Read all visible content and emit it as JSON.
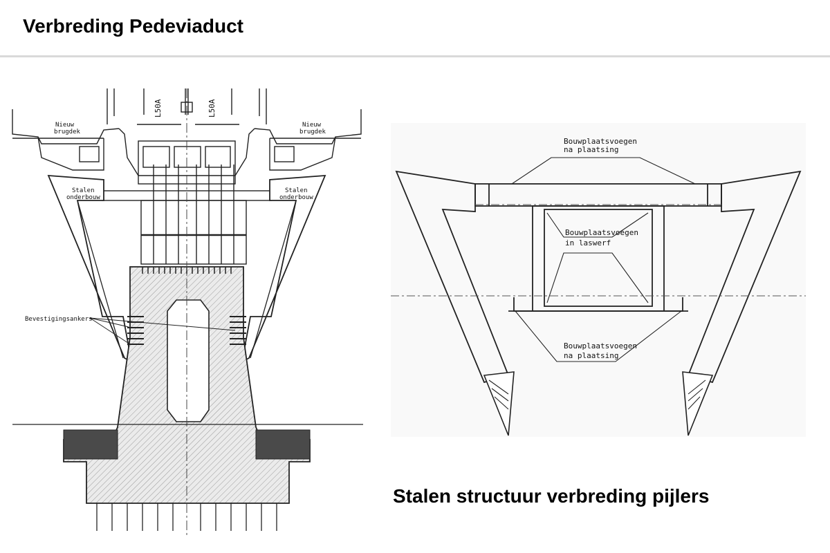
{
  "slide": {
    "title": "Verbreding Pedeviaduct",
    "caption": "Stalen structuur verbreding pijlers"
  },
  "left_drawing": {
    "deck_label_left_line1": "Nieuw",
    "deck_label_left_line2": "brugdek",
    "deck_label_right_line1": "Nieuw",
    "deck_label_right_line2": "brugdek",
    "steel_label_left_line1": "Stalen",
    "steel_label_left_line2": "onderbouw",
    "steel_label_right_line1": "Stalen",
    "steel_label_right_line2": "onderbouw",
    "anchors_label": "Bevestigingsankers",
    "profile_label_1": "L50A",
    "profile_label_2": "L50A"
  },
  "right_drawing": {
    "joint_top_line1": "Bouwplaatsvoegen",
    "joint_top_line2": "na plaatsing",
    "joint_mid_line1": "Bouwplaatsvoegen",
    "joint_mid_line2": "in laswerf",
    "joint_bottom_line1": "Bouwplaatsvoegen",
    "joint_bottom_line2": "na plaatsing"
  }
}
